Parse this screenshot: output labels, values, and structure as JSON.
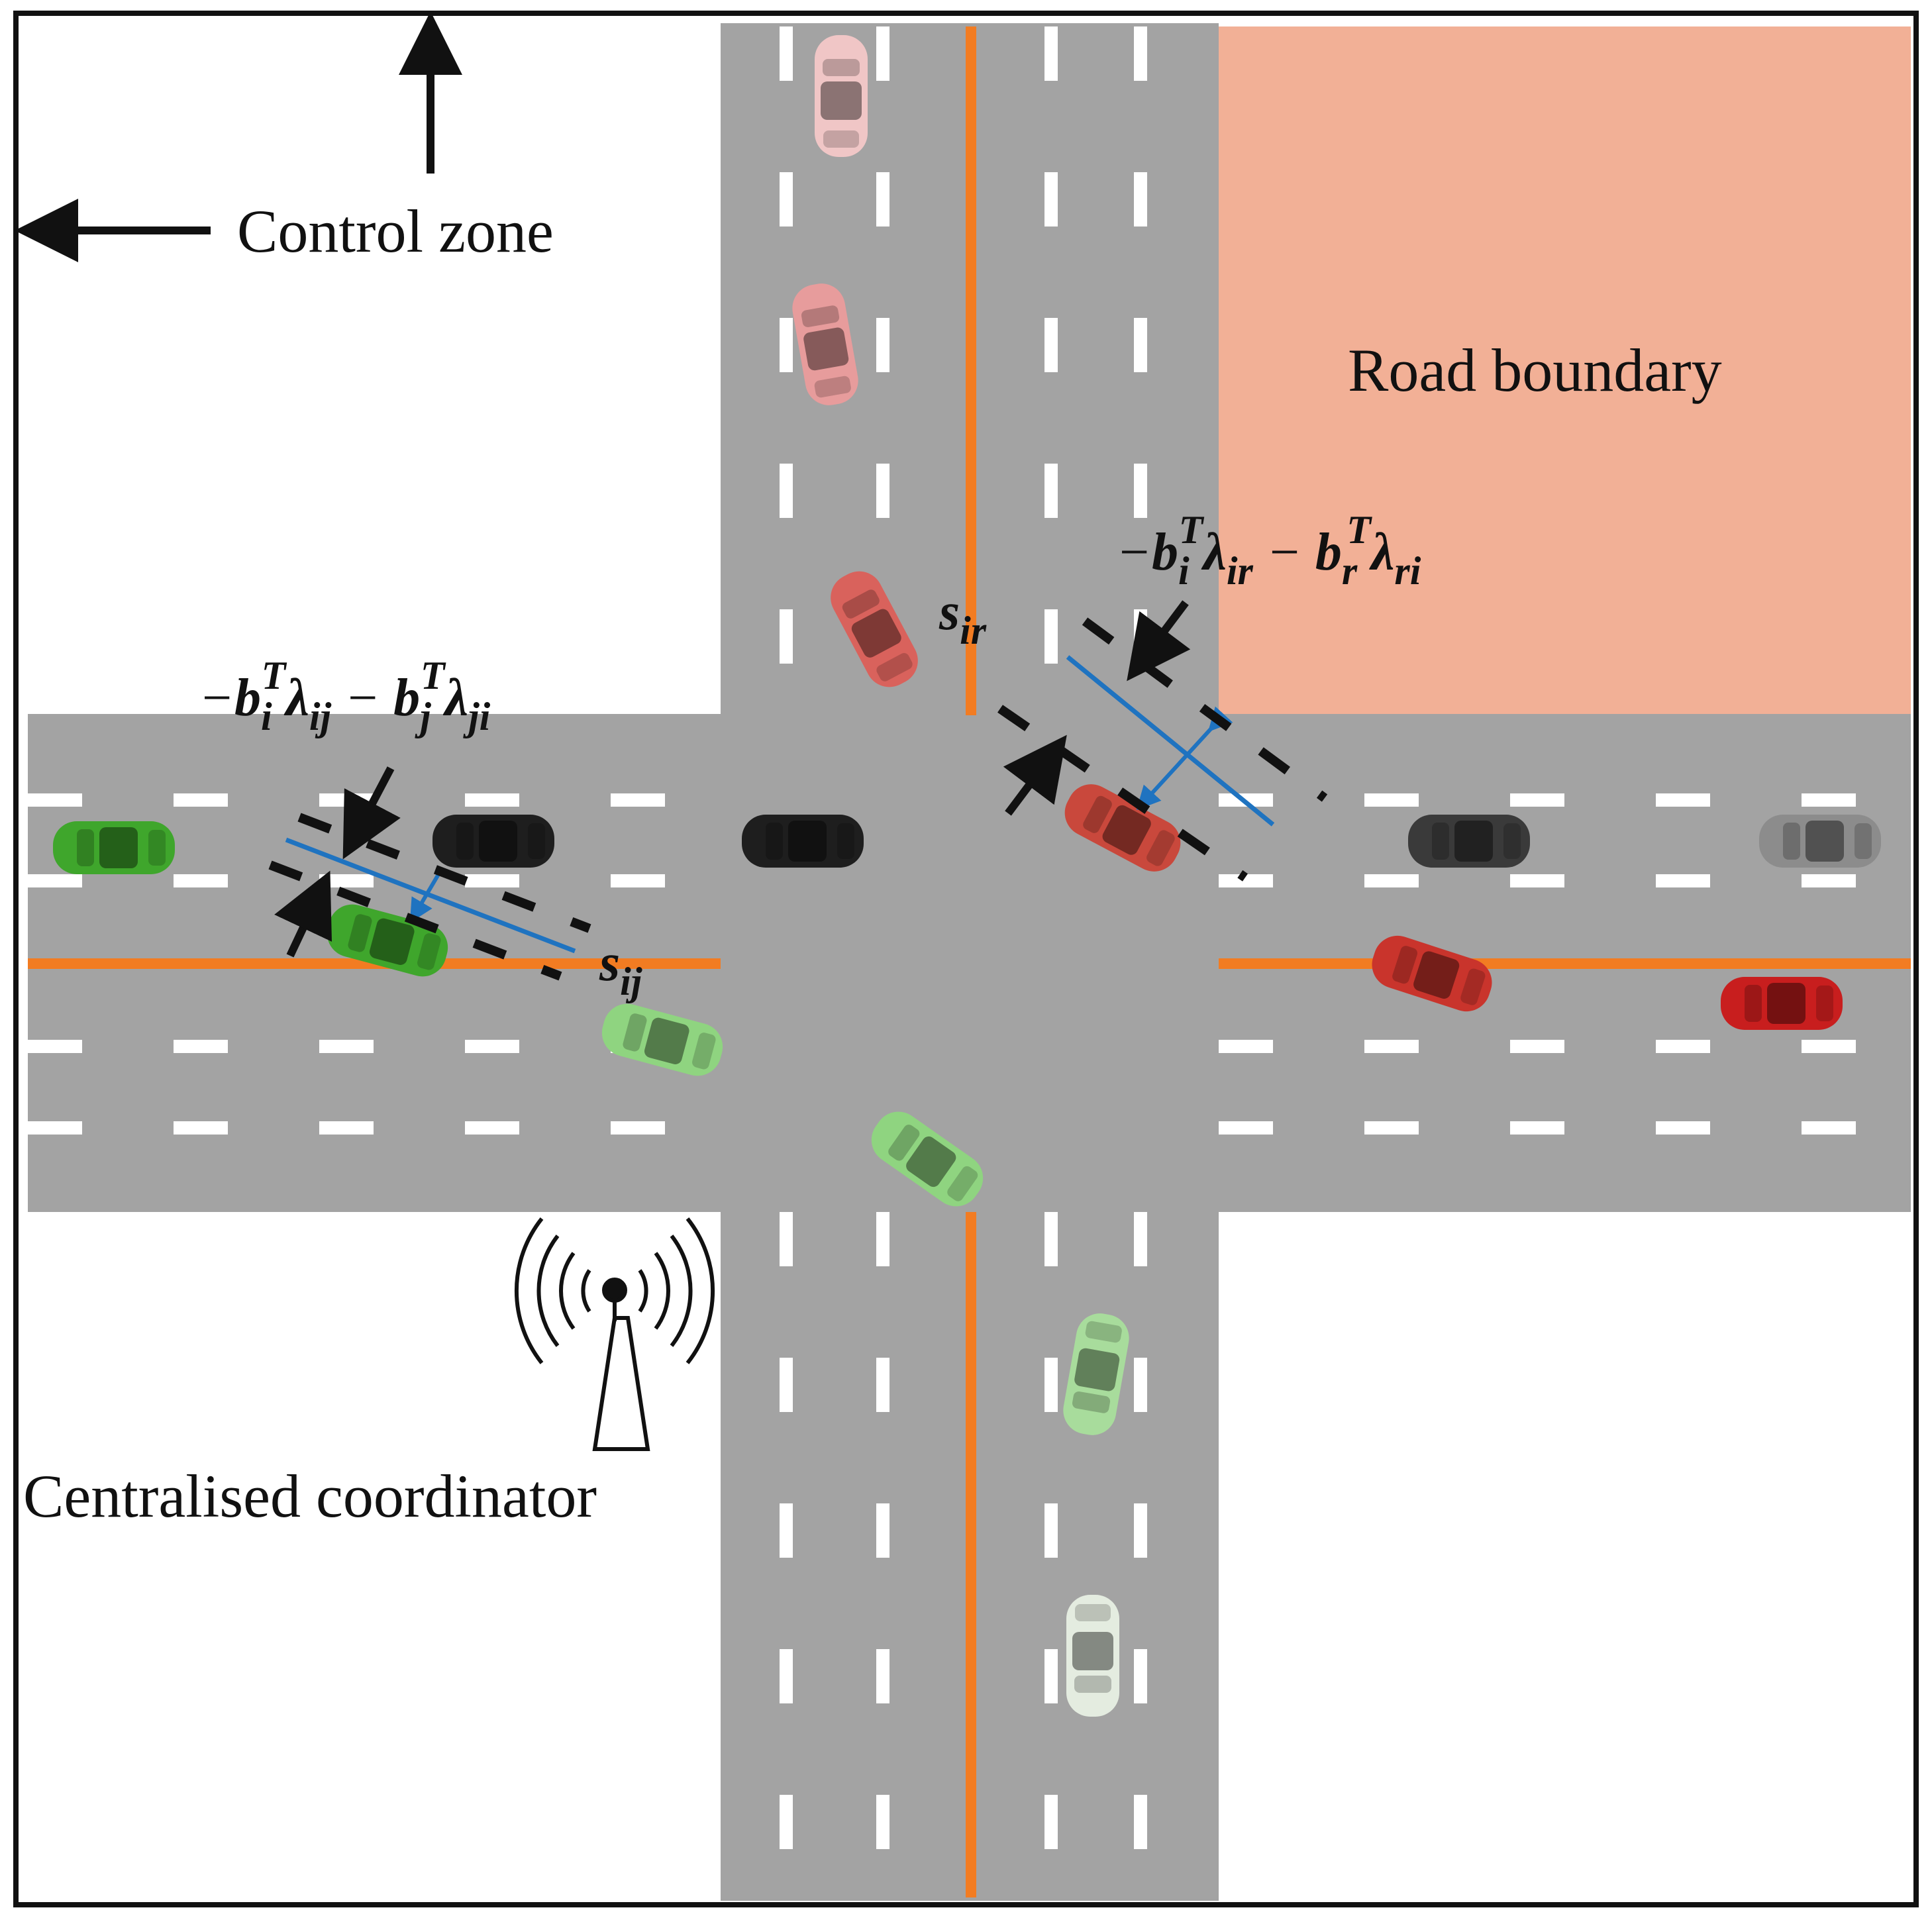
{
  "labels": {
    "control_zone": "Control zone",
    "road_boundary": "Road boundary",
    "coordinator": "Centralised coordinator"
  },
  "formula_ij": {
    "sign": "−",
    "b": "b",
    "sub_i": "i",
    "sup_T": "T",
    "lambda": "λ",
    "sub_ij": "ij",
    "minus": " − ",
    "sub_j": "j",
    "sub_ji": "ji"
  },
  "formula_ir": {
    "sign": "−",
    "b": "b",
    "sub_i": "i",
    "sup_T": "T",
    "lambda": "λ",
    "sub_ir": "ir",
    "minus": " − ",
    "sub_r": "r",
    "sub_ri": "ri"
  },
  "s_ij": {
    "s": "s",
    "sub": "ij"
  },
  "s_ir": {
    "s": "s",
    "sub": "ir"
  },
  "colors": {
    "road": "#a3a3a3",
    "lane_marking": "#ffffff",
    "center_line": "#f27c22",
    "road_boundary": "#f2b096",
    "separation_line": "#1f73c0",
    "frame": "#111111",
    "car_green": "#3fa62c",
    "car_light_green": "#8fd480",
    "car_black": "#1e1e1e",
    "car_red": "#c9342c",
    "car_pink": "#e79c9c"
  },
  "icons": [
    "arrow-up-icon",
    "arrow-left-icon",
    "antenna-tower-icon",
    "car-icon"
  ]
}
